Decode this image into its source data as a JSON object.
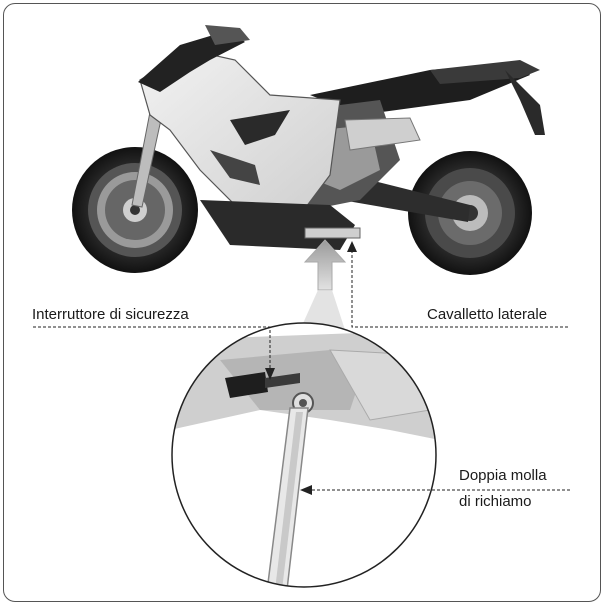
{
  "figure": {
    "labels": {
      "safety_switch": "Interruttore di sicurezza",
      "side_stand": "Cavalletto laterale",
      "spring_line1": "Doppia molla",
      "spring_line2": "di richiamo"
    }
  }
}
